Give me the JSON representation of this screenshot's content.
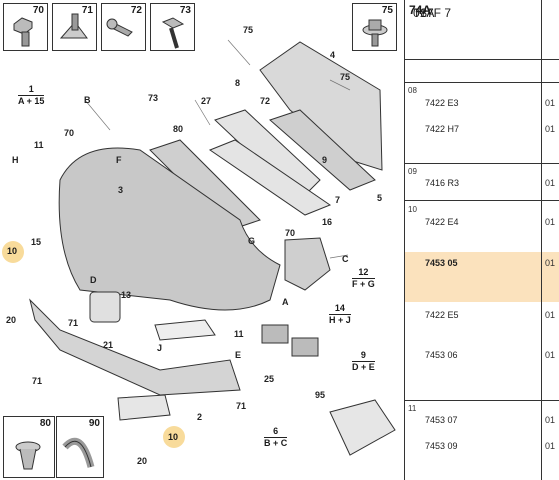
{
  "colors": {
    "highlight": "#f7d58a",
    "row_highlight": "#fbe2bd"
  },
  "header": {
    "prefix": "T87F 7",
    "bold": "74A",
    "suffix": "01A"
  },
  "fasteners": [
    {
      "num": "70",
      "icon": "bolt-with-collar-icon"
    },
    {
      "num": "71",
      "icon": "screw-with-cone-washer-icon"
    },
    {
      "num": "72",
      "icon": "self-tapping-screw-icon"
    },
    {
      "num": "73",
      "icon": "threaded-screw-icon"
    },
    {
      "num": "75",
      "icon": "flanged-bolt-icon"
    },
    {
      "num": "80",
      "icon": "push-rivet-clip-icon"
    },
    {
      "num": "90",
      "icon": "curved-trim-strip-icon"
    }
  ],
  "callouts": [
    {
      "text": "75"
    },
    {
      "text": "75"
    },
    {
      "text": "72"
    },
    {
      "text": "8"
    },
    {
      "text": "4"
    },
    {
      "text": "27"
    },
    {
      "text": "73"
    },
    {
      "text": "80"
    },
    {
      "text": "B"
    },
    {
      "text": "70"
    },
    {
      "text": "H"
    },
    {
      "text": "11"
    },
    {
      "text": "F"
    },
    {
      "text": "3"
    },
    {
      "text": "9"
    },
    {
      "text": "7"
    },
    {
      "text": "5"
    },
    {
      "text": "16"
    },
    {
      "text": "15"
    },
    {
      "text": "G"
    },
    {
      "text": "70"
    },
    {
      "text": "C"
    },
    {
      "text": "D"
    },
    {
      "text": "13"
    },
    {
      "text": "A"
    },
    {
      "text": "20"
    },
    {
      "text": "71"
    },
    {
      "text": "21"
    },
    {
      "text": "11"
    },
    {
      "text": "J"
    },
    {
      "text": "E"
    },
    {
      "text": "25"
    },
    {
      "text": "71"
    },
    {
      "text": "2"
    },
    {
      "text": "71"
    },
    {
      "text": "95"
    },
    {
      "text": "20"
    },
    {
      "text": "10"
    },
    {
      "text": "10"
    }
  ],
  "groups": [
    {
      "num": "1",
      "refs": "A + 15"
    },
    {
      "num": "12",
      "refs": "F + G"
    },
    {
      "num": "14",
      "refs": "H + J"
    },
    {
      "num": "9",
      "refs": "D + E"
    },
    {
      "num": "6",
      "refs": "B + C"
    }
  ],
  "ref_table": [
    {
      "group": "08",
      "code": "7422 E3",
      "qty": "01"
    },
    {
      "group": "",
      "code": "7422 H7",
      "qty": "01"
    },
    {
      "group": "09",
      "code": "7416 R3",
      "qty": "01"
    },
    {
      "group": "10",
      "code": "7422 E4",
      "qty": "01"
    },
    {
      "group": "",
      "code": "7453 05",
      "qty": "01"
    },
    {
      "group": "",
      "code": "7422 E5",
      "qty": "01"
    },
    {
      "group": "",
      "code": "7453 06",
      "qty": "01"
    },
    {
      "group": "11",
      "code": "7453 07",
      "qty": "01"
    },
    {
      "group": "",
      "code": "7453 09",
      "qty": "01"
    }
  ]
}
